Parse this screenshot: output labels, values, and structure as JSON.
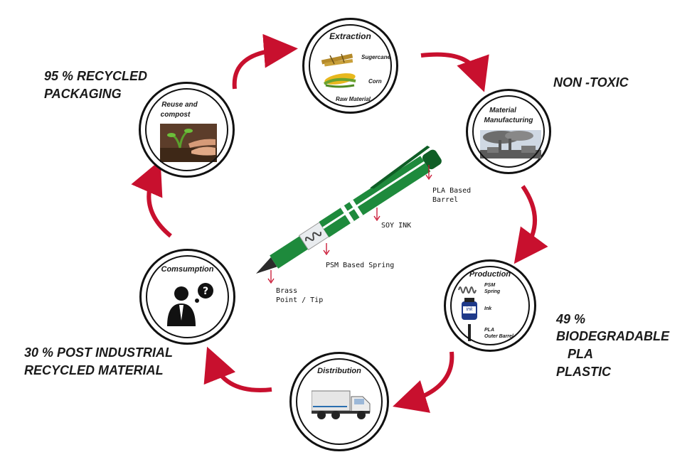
{
  "stages": {
    "extraction": {
      "title": "Extraction",
      "sugarcane": "Sugercane",
      "corn": "Corn",
      "raw": "Raw Material"
    },
    "material": {
      "title_line1": "Material",
      "title_line2": "Manufacturing"
    },
    "production": {
      "title": "Production",
      "spring_line1": "PSM",
      "spring_line2": "Spring",
      "ink": "Ink",
      "ink_jar": "ink",
      "pla_line1": "PLA",
      "pla_line2": "Outer Barrel"
    },
    "distribution": {
      "title": "Distribution"
    },
    "consumption": {
      "title": "Comsumption"
    },
    "reuse": {
      "title_line1": "Reuse and",
      "title_line2": "compost"
    }
  },
  "claims": {
    "recycled_packaging_line1": "95 % RECYCLED",
    "recycled_packaging_line2": "PACKAGING",
    "non_toxic": "NON -TOXIC",
    "biodegradable_line1": "49 %",
    "biodegradable_line2": "BIODEGRADABLE",
    "biodegradable_line3": "PLA",
    "biodegradable_line4": "PLASTIC",
    "post_industrial_line1": "30 %  POST INDUSTRIAL",
    "post_industrial_line2": "RECYCLED MATERIAL"
  },
  "pen_labels": {
    "barrel_line1": "PLA Based",
    "barrel_line2": "Barrel",
    "ink": "SOY INK",
    "spring": "PSM Based Spring",
    "tip_line1": "Brass",
    "tip_line2": "Point / Tip"
  },
  "colors": {
    "ring": "#111111",
    "arrow": "#c8102e",
    "pen_green": "#1e8a3c",
    "pen_dark": "#0f5e26"
  }
}
